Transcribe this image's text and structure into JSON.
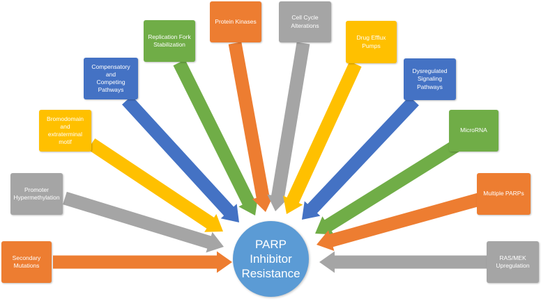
{
  "colors": {
    "orange": "#ED7D31",
    "gray": "#A5A5A5",
    "yellow": "#FFC000",
    "blue": "#4472C4",
    "green": "#70AD47",
    "hub": "#5B9BD5"
  },
  "center": {
    "label": "PARP\nInhibitor\nResistance"
  },
  "nodes": [
    {
      "label": "Secondary\nMutations",
      "color": "orange"
    },
    {
      "label": "Promoter\nHypermethylation",
      "color": "gray"
    },
    {
      "label": "Bromodomain and\nextraterminal motif",
      "color": "yellow"
    },
    {
      "label": "Compensatory and\nCompeting\nPathways",
      "color": "blue"
    },
    {
      "label": "Replication Fork\nStabilization",
      "color": "green"
    },
    {
      "label": "Protein Kinases",
      "color": "orange"
    },
    {
      "label": "Cell Cycle\nAlterations",
      "color": "gray"
    },
    {
      "label": "Drug Efflux Pumps",
      "color": "yellow"
    },
    {
      "label": "Dysregulated\nSignaling Pathways",
      "color": "blue"
    },
    {
      "label": "MicroRNA",
      "color": "green"
    },
    {
      "label": "Multiple PARPs",
      "color": "orange"
    },
    {
      "label": "RAS/MEK\nUpregulation",
      "color": "gray"
    }
  ]
}
